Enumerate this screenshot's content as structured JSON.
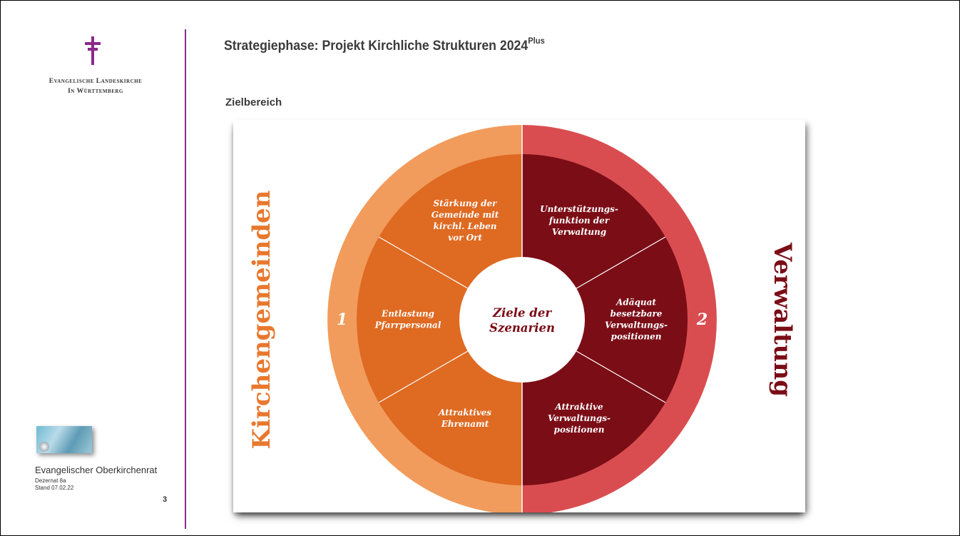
{
  "header": {
    "title": "Strategiephase: Projekt Kirchliche Strukturen 2024",
    "title_sup": "Plus",
    "subtitle": "Zielbereich"
  },
  "logo": {
    "line1": "Evangelische Landeskirche",
    "line2": "In Württemberg"
  },
  "footer": {
    "org": "Evangelischer Oberkirchenrat",
    "department": "Dezernat 8a",
    "date": "Stand 07.02.22",
    "page_number": "3"
  },
  "diagram": {
    "center": [
      "Ziele der",
      "Szenarien"
    ],
    "left": {
      "label": "Kirchengemeinden",
      "number": "1",
      "color": "#f19c5c",
      "segment_color": "#df6a22",
      "segments": [
        [
          "Stärkung der",
          "Gemeinde mit",
          "kirchl. Leben",
          "vor Ort"
        ],
        [
          "Entlastung",
          "Pfarrpersonal"
        ],
        [
          "Attraktives",
          "Ehrenamt"
        ]
      ]
    },
    "right": {
      "label": "Verwaltung",
      "number": "2",
      "color": "#d94d50",
      "segment_color": "#7b0d16",
      "segments": [
        [
          "Unterstützungs-",
          "funktion der",
          "Verwaltung"
        ],
        [
          "Adäquat",
          "besetzbare",
          "Verwaltungs-",
          "positionen"
        ],
        [
          "Attraktive",
          "Verwaltungs-",
          "positionen"
        ]
      ]
    }
  }
}
